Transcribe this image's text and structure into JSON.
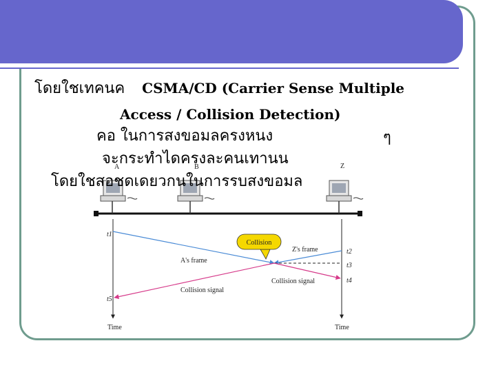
{
  "slide": {
    "lines": [
      {
        "thai": "โดยใชเทคนค",
        "latin": "CSMA/CD (Carrier Sense Multiple"
      },
      {
        "latin": "Access / Collision Detection)"
      },
      {
        "thai": "คอ  ในการสงขอมลครงหนง",
        "mark": "ๆ"
      },
      {
        "thai": "จะกระทำไดครงละคนเทานน"
      },
      {
        "thai": "โดยใชสอชดเดยวกนในการรบสงขอมล"
      }
    ]
  },
  "diagram": {
    "stations": [
      "A",
      "B",
      "Z"
    ],
    "labels": {
      "a_frame": "A's frame",
      "z_frame": "Z's frame",
      "collision": "Collision",
      "collision_signal_right": "Collision signal",
      "collision_signal_left": "Collision signal",
      "time_left": "Time",
      "time_right": "Time",
      "t1": "t1",
      "t2": "t2",
      "t3": "t3",
      "t4": "t4",
      "t5": "t5"
    },
    "colors": {
      "header": "#6666cc",
      "border": "#6f9c8e",
      "frame_line": "#4a8bd6",
      "signal_line": "#d63a8a",
      "callout": "#f5d800"
    }
  }
}
